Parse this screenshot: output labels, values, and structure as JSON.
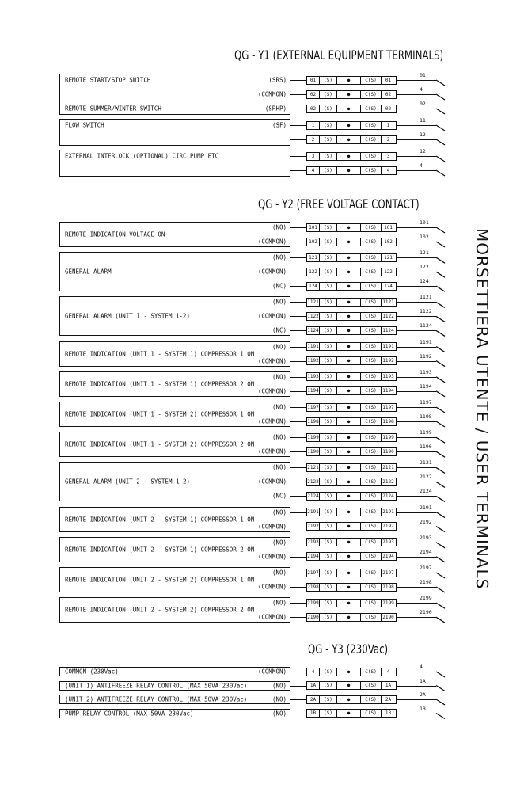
{
  "titles": {
    "y1": "QG - Y1 (EXTERNAL EQUIPMENT TERMINALS)",
    "y2": "QG - Y2 (FREE VOLTAGE CONTACT)",
    "y3": "QG - Y3 (230Vac)",
    "side": "MORSETTIERA UTENTE / USER TERMINALS"
  },
  "y1_groups": [
    {
      "rows": [
        {
          "label": "REMOTE START/STOP SWITCH",
          "signal": "(SRS)",
          "term": "01",
          "wire": "01"
        },
        {
          "label": "",
          "signal": "(COMMON)",
          "term": "02",
          "wire": "4"
        },
        {
          "label": "REMOTE SUMMER/WINTER SWITCH",
          "signal": "(SRHP)",
          "term": "02",
          "wire": "02"
        }
      ]
    },
    {
      "rows": [
        {
          "label": "FLOW SWITCH",
          "signal": "(SF)",
          "term": "1",
          "wire": "11"
        },
        {
          "label": "",
          "signal": "",
          "term": "2",
          "wire": "12"
        }
      ]
    },
    {
      "rows": [
        {
          "label": "EXTERNAL INTERLOCK (OPTIONAL) CIRC PUMP ETC",
          "signal": "",
          "term": "3",
          "wire": "12"
        },
        {
          "label": "",
          "signal": "",
          "term": "4",
          "wire": "4"
        }
      ]
    }
  ],
  "y2_groups": [
    {
      "label": "REMOTE INDICATION VOLTAGE ON",
      "rows": [
        {
          "signal": "(NO)",
          "term": "101",
          "wire": "101"
        },
        {
          "signal": "(COMMON)",
          "term": "102",
          "wire": "102"
        }
      ]
    },
    {
      "label": "GENERAL ALARM",
      "rows": [
        {
          "signal": "(NO)",
          "term": "121",
          "wire": "121"
        },
        {
          "signal": "(COMMON)",
          "term": "122",
          "wire": "122"
        },
        {
          "signal": "(NC)",
          "term": "124",
          "wire": "124"
        }
      ]
    },
    {
      "label": "GENERAL ALARM (UNIT 1 - SYSTEM 1-2)",
      "rows": [
        {
          "signal": "(NO)",
          "term": "1121",
          "wire": "1121"
        },
        {
          "signal": "(COMMON)",
          "term": "1122",
          "wire": "1122"
        },
        {
          "signal": "(NC)",
          "term": "1124",
          "wire": "1124"
        }
      ]
    },
    {
      "label": "REMOTE INDICATION (UNIT 1 - SYSTEM 1) COMPRESSOR 1 ON",
      "rows": [
        {
          "signal": "(NO)",
          "term": "1191",
          "wire": "1191"
        },
        {
          "signal": "(COMMON)",
          "term": "1192",
          "wire": "1192"
        }
      ]
    },
    {
      "label": "REMOTE INDICATION (UNIT 1 - SYSTEM 1) COMPRESSOR 2 ON",
      "rows": [
        {
          "signal": "(NO)",
          "term": "1193",
          "wire": "1193"
        },
        {
          "signal": "(COMMON)",
          "term": "1194",
          "wire": "1194"
        }
      ]
    },
    {
      "label": "REMOTE INDICATION (UNIT 1 - SYSTEM 2) COMPRESSOR 1 ON",
      "rows": [
        {
          "signal": "(NO)",
          "term": "1197",
          "wire": "1197"
        },
        {
          "signal": "(COMMON)",
          "term": "1198",
          "wire": "1198"
        }
      ]
    },
    {
      "label": "REMOTE INDICATION (UNIT 1 - SYSTEM 2) COMPRESSOR 2 ON",
      "rows": [
        {
          "signal": "(NO)",
          "term": "1199",
          "wire": "1199"
        },
        {
          "signal": "(COMMON)",
          "term": "1190",
          "wire": "1190"
        }
      ]
    },
    {
      "label": "GENERAL ALARM (UNIT 2 - SYSTEM 1-2)",
      "rows": [
        {
          "signal": "(NO)",
          "term": "2121",
          "wire": "2121"
        },
        {
          "signal": "(COMMON)",
          "term": "2122",
          "wire": "2122"
        },
        {
          "signal": "(NC)",
          "term": "2124",
          "wire": "2124"
        }
      ]
    },
    {
      "label": "REMOTE INDICATION (UNIT 2 - SYSTEM 1) COMPRESSOR 1 ON",
      "rows": [
        {
          "signal": "(NO)",
          "term": "2191",
          "wire": "2191"
        },
        {
          "signal": "(COMMON)",
          "term": "2192",
          "wire": "2192"
        }
      ]
    },
    {
      "label": "REMOTE INDICATION (UNIT 2 - SYSTEM 1) COMPRESSOR 2 ON",
      "rows": [
        {
          "signal": "(NO)",
          "term": "2193",
          "wire": "2193"
        },
        {
          "signal": "(COMMON)",
          "term": "2194",
          "wire": "2194"
        }
      ]
    },
    {
      "label": "REMOTE INDICATION (UNIT 2 - SYSTEM 2) COMPRESSOR 1 ON",
      "rows": [
        {
          "signal": "(NO)",
          "term": "2197",
          "wire": "2197"
        },
        {
          "signal": "(COMMON)",
          "term": "2198",
          "wire": "2198"
        }
      ]
    },
    {
      "label": "REMOTE INDICATION (UNIT 2 - SYSTEM 2) COMPRESSOR 2 ON",
      "rows": [
        {
          "signal": "(NO)",
          "term": "2199",
          "wire": "2199"
        },
        {
          "signal": "(COMMON)",
          "term": "2190",
          "wire": "2190"
        }
      ]
    }
  ],
  "y3_rows": [
    {
      "label": "COMMON (230Vac)",
      "signal": "(COMMON)",
      "term": "4",
      "wire": "4"
    },
    {
      "label": "(UNIT 1) ANTIFREEZE RELAY CONTROL (MAX 50VA 230Vac)",
      "signal": "(NO)",
      "term": "1A",
      "wire": "1A"
    },
    {
      "label": "(UNIT 2) ANTIFREEZE RELAY CONTROL (MAX 50VA 230Vac)",
      "signal": "(NO)",
      "term": "2A",
      "wire": "2A"
    },
    {
      "label": "PUMP RELAY CONTROL (MAX 50VA 230Vac)",
      "signal": "(NO)",
      "term": "1B",
      "wire": "1B"
    }
  ],
  "strip_symbols": {
    "fuse": "(S)",
    "dot": "●",
    "link": "C(S)"
  }
}
